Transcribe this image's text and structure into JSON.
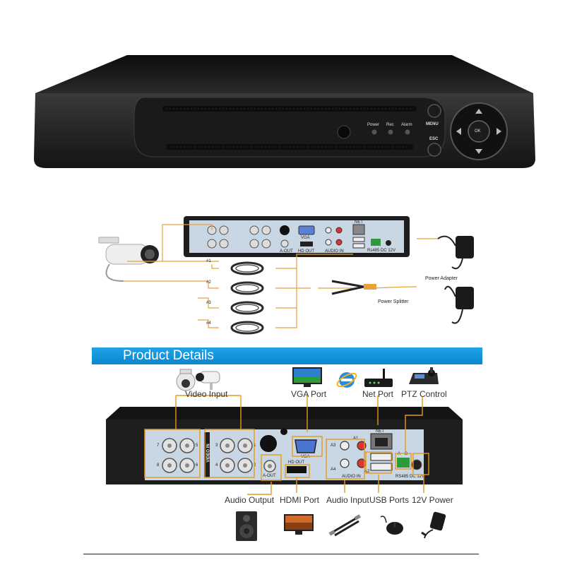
{
  "front_panel": {
    "led_labels": [
      "Power",
      "Rec",
      "Alarm"
    ],
    "menu_label": "MENU",
    "esc_label": "ESC",
    "ok_label": "OK"
  },
  "wiring_diagram": {
    "power_adapter_label": "Power Adapter",
    "power_splitter_label": "Power Splitter",
    "small_back_labels": {
      "vga": "VGA",
      "hd_out": "HD OUT",
      "a_out": "A-OUT",
      "audio_in": "AUDIO IN",
      "net": "NET",
      "dc": "Rs485 DC 12V"
    },
    "cable_tags": [
      "#1",
      "#2",
      "#3",
      "#4"
    ]
  },
  "banner": {
    "title": "Product Details"
  },
  "callouts": {
    "video_input": "Video Input",
    "vga_port": "VGA Port",
    "net_port": "Net Port",
    "ptz_control": "PTZ Control",
    "audio_output": "Audio Output",
    "hdmi_port": "HDMI Port",
    "audio_input": "Audio Input",
    "usb_ports": "USB Ports",
    "power_12v": "12V Power"
  },
  "back_panel": {
    "video_in_label": "VIDEO IN",
    "bnc_numbers_left": [
      "7",
      "5",
      "8",
      "6"
    ],
    "bnc_numbers_right": [
      "3",
      "1",
      "4",
      "2"
    ],
    "vga_label": "VGA",
    "a_out_label": "A-OUT",
    "hd_out_label": "HD OUT",
    "audio_in_label": "AUDIO IN",
    "audio_channels": [
      "A3",
      "A1",
      "A4",
      "A2"
    ],
    "net_label": "NET",
    "rs485_label": "RS485",
    "dc_label": "DC 12V",
    "ab_labels": [
      "A",
      "B"
    ]
  },
  "icons": {
    "speaker": "speaker-icon",
    "monitor": "monitor-icon",
    "ie": "internet-explorer-icon",
    "router": "router-icon",
    "ptz_keyboard": "ptz-keyboard-icon",
    "rca_cable": "rca-cable-icon",
    "mouse": "usb-mouse-icon",
    "power_adapter": "power-adapter-icon",
    "cameras": "cctv-camera-icon"
  },
  "colors": {
    "banner": "#1596dc",
    "callout_line": "#e59a1d",
    "device_body": "#1e1e1e",
    "panel_plate": "#c9d6e3"
  }
}
